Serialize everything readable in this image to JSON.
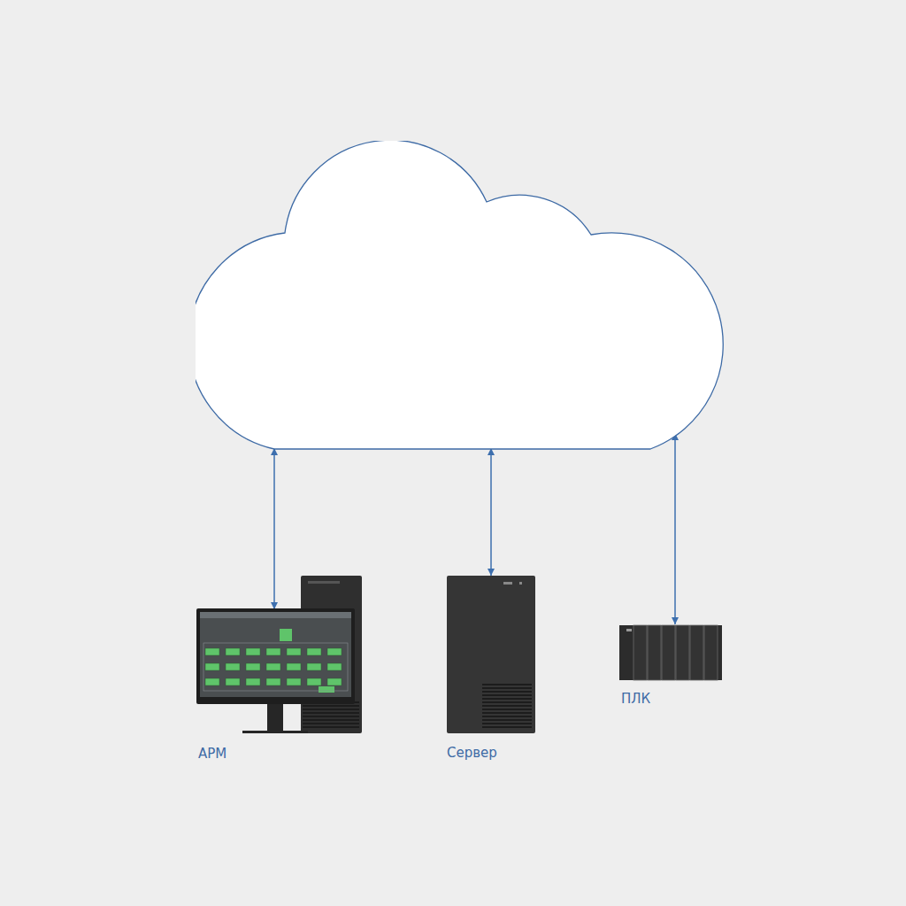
{
  "diagram": {
    "nodes": [
      {
        "text": []
      },
      {
        "text": [
          "АРМ"
        ]
      },
      {
        "text": [
          "Сервер"
        ]
      },
      {
        "text": [
          "ПЛК"
        ]
      }
    ],
    "edges": [
      {
        "from": 0,
        "to": 1,
        "arrow": "both"
      },
      {
        "from": 0,
        "to": 2,
        "arrow": "both"
      },
      {
        "from": 0,
        "to": 3,
        "arrow": "both"
      }
    ]
  }
}
